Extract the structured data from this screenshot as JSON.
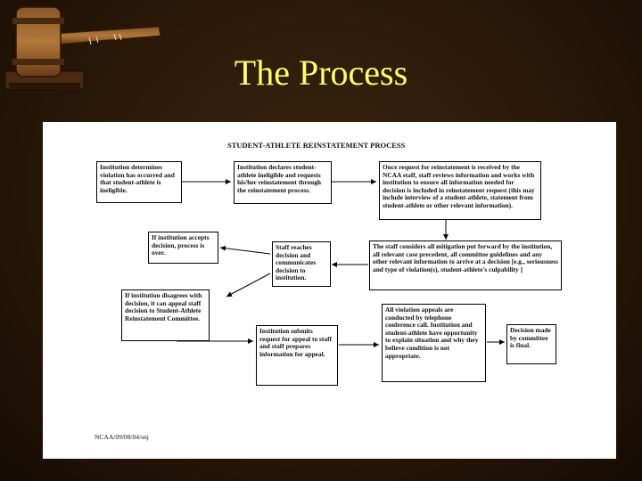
{
  "slide": {
    "title": "The Process"
  },
  "document": {
    "title": "STUDENT-ATHLETE REINSTATEMENT PROCESS",
    "footer": "NCAA/09/08/04/snj"
  },
  "boxes": {
    "b1": "Institution determines violation has occurred and that student-athlete is ineligible.",
    "b2": "Institution declares student-athlete ineligible and requests his/her reinstatement through the reinstatement process.",
    "b3": "Once request for reinstatement is received by the NCAA staff, staff reviews information and works with institution to ensure all information needed for decision is included in reinstatement request (this may include interview of a student-athlete, statement from student-athlete or other relevant information).",
    "b4": "If institution accepts decision, process is over.",
    "b5": "Staff reaches decision and communicates decision to institution.",
    "b6": "The staff considers all mitigation put forward by the institution, all relevant case precedent, all committee guidelines and any other relevant information to arrive at a decision [e.g., seriousness and type of violation(s), student-athlete's culpability ]",
    "b7": "If institution disagrees with decision, it can appeal staff decision to Student-Athlete Reinstatement Committee.",
    "b8": "Institution submits request for appeal to staff and staff prepares information for appeal.",
    "b9": "All violation appeals are conducted by telephone conference call. Institution and student-athlete have opportunity to explain situation and why they believe condition is not appropriate.",
    "b10": "Decision made by committee is final."
  },
  "colors": {
    "background": "#2a1808",
    "title": "#ffff66",
    "document": "#ffffff"
  },
  "icons": [
    "gavel-icon"
  ]
}
